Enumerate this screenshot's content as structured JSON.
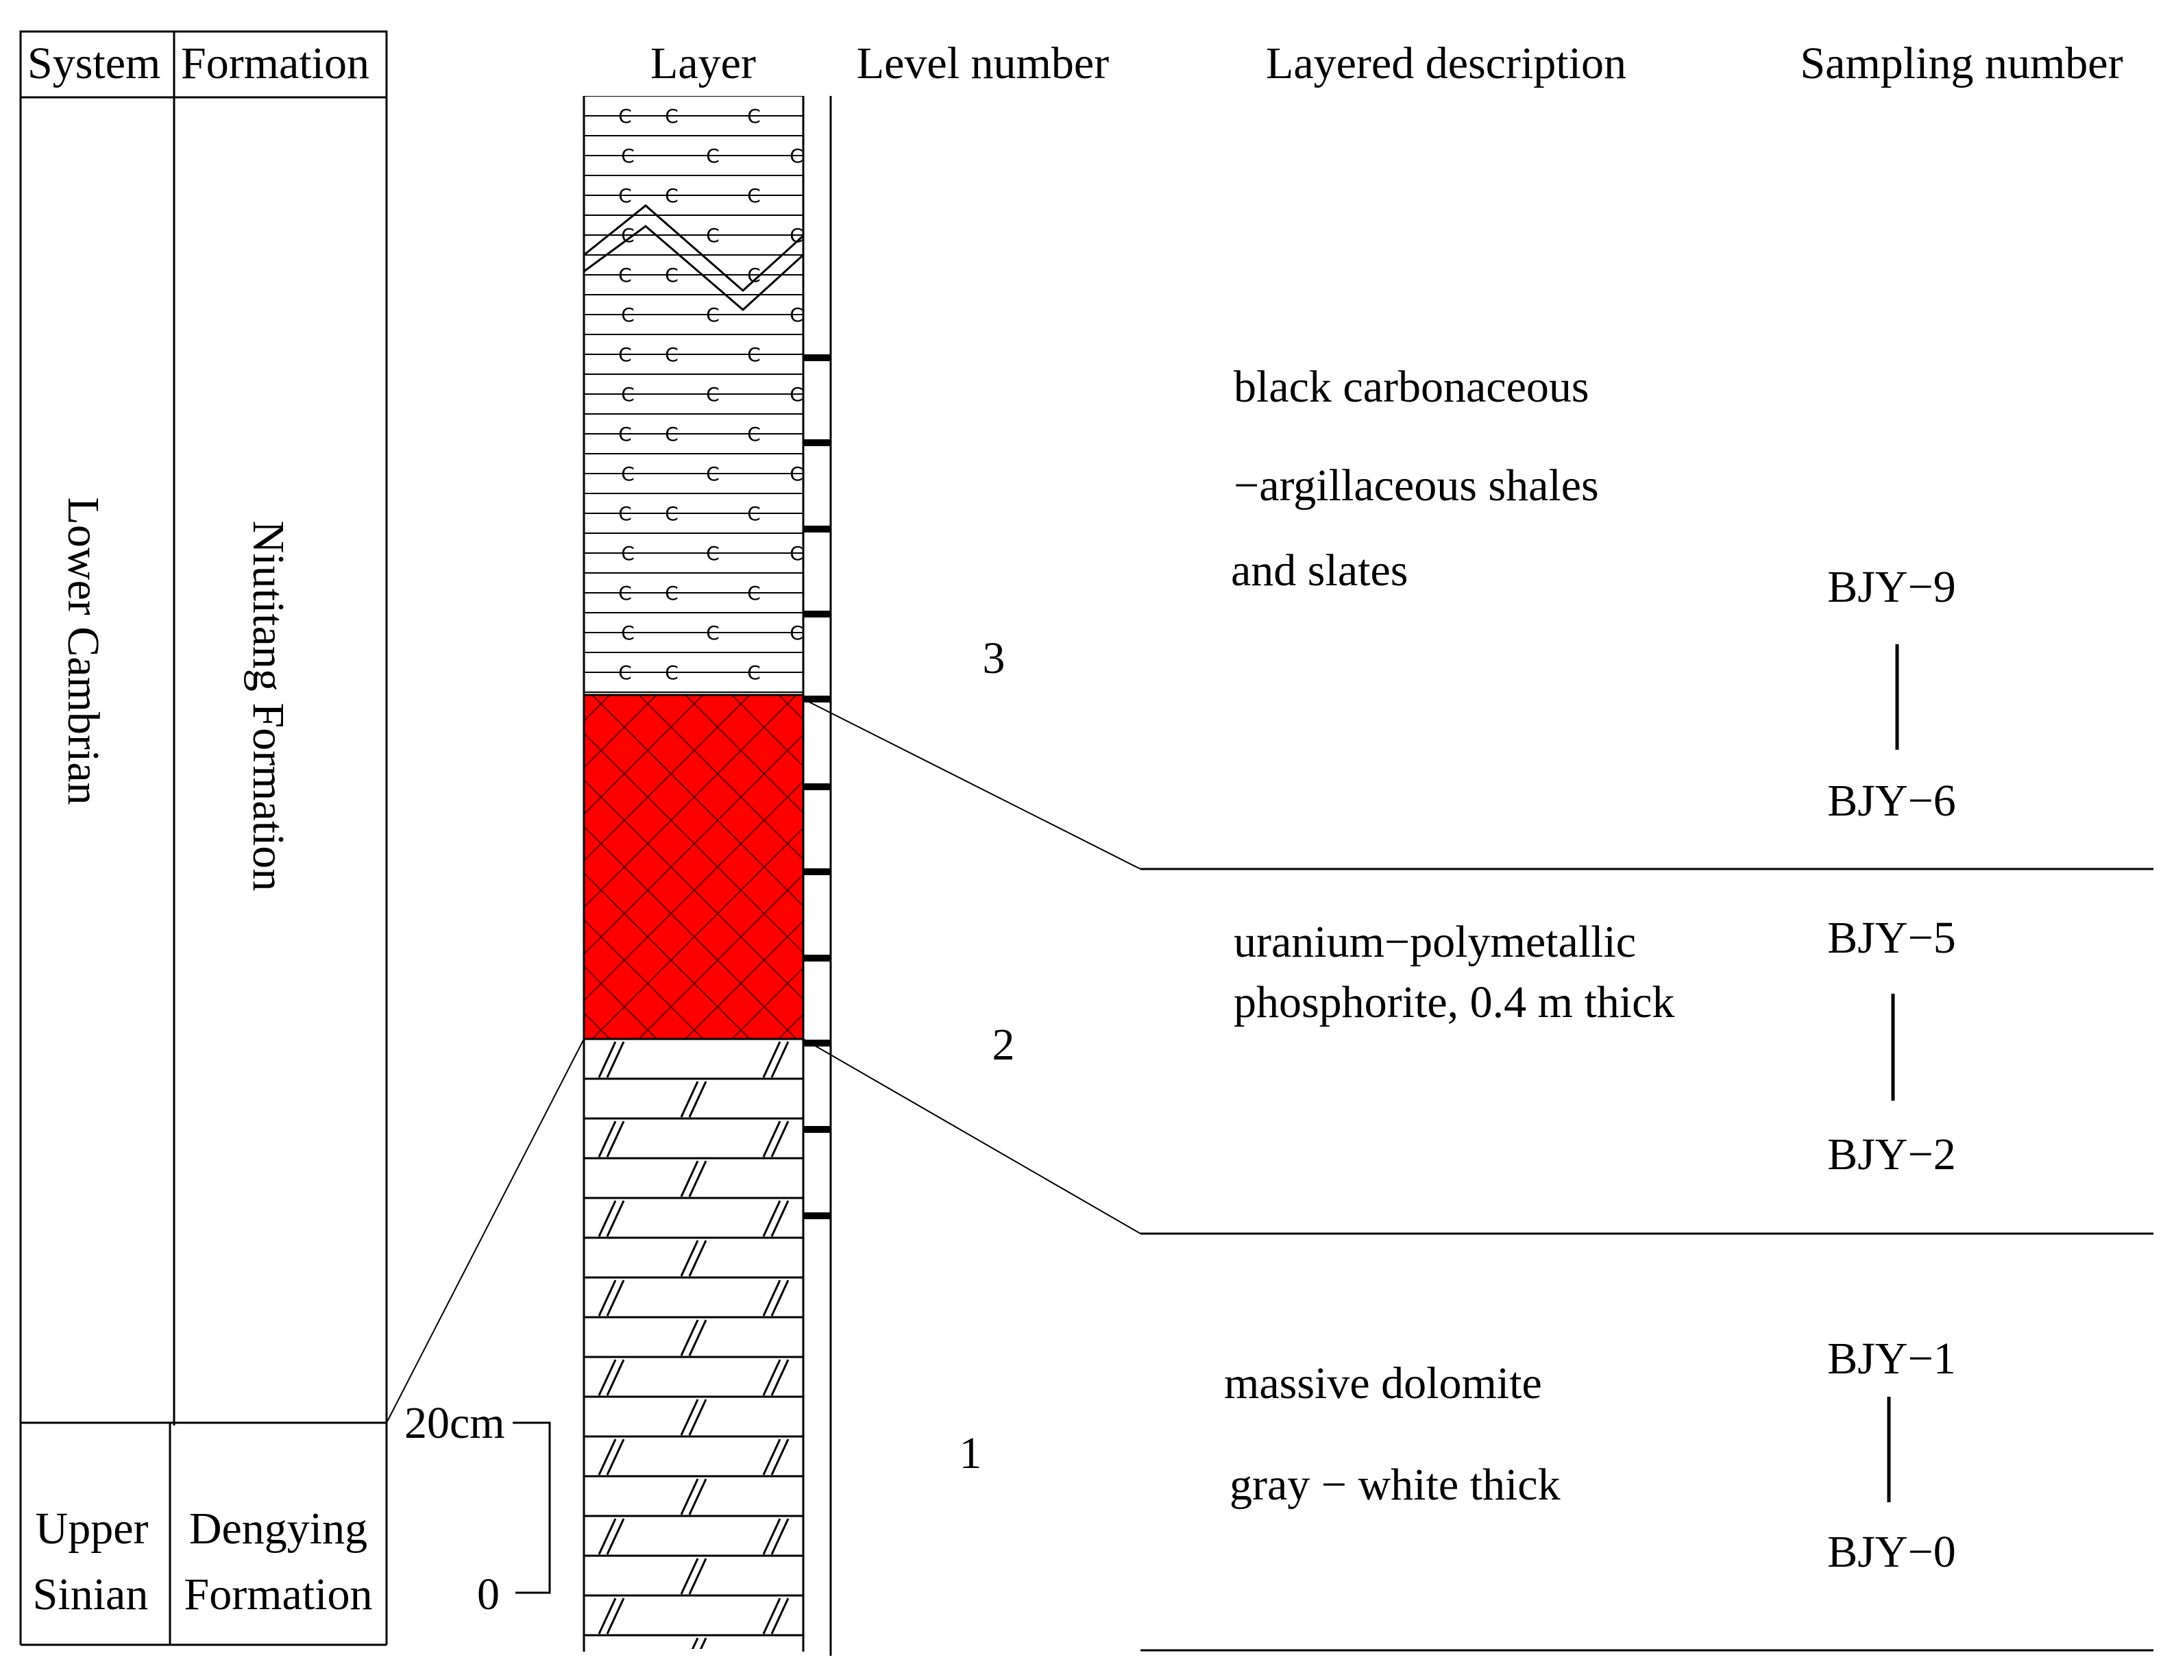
{
  "headers": {
    "system": "System",
    "formation": "Formation",
    "layer": "Layer",
    "level_number": "Level number",
    "layered_description": "Layered description",
    "sampling_number": "Sampling number"
  },
  "units": {
    "lower_cambrian": "Lower Cambrian",
    "niutitang_formation": "Niutitang Formation",
    "upper_sinian_line1": "Upper",
    "upper_sinian_line2": "Sinian",
    "dengying_line1": "Dengying",
    "dengying_line2": "Formation"
  },
  "scale_bar": {
    "top_label": "20cm",
    "bottom_label": "0"
  },
  "layers": [
    {
      "level": "3",
      "lithology_pattern": "carbonaceous-shale-c-pattern",
      "description": [
        "black carbonaceous",
        "−argillaceous shales",
        "and slates"
      ],
      "samples_top": "BJY−9",
      "samples_bottom": "BJY−6"
    },
    {
      "level": "2",
      "lithology_pattern": "phosphorite-crosshatch",
      "fill_color": "#ff0000",
      "description": [
        "uranium−polymetallic",
        "phosphorite,  0.4  m  thick"
      ],
      "samples_top": "BJY−5",
      "samples_bottom": "BJY−2"
    },
    {
      "level": "1",
      "lithology_pattern": "dolomite-brick",
      "description": [
        "massive  dolomite",
        "gray  −  white  thick"
      ],
      "samples_top": "BJY−1",
      "samples_bottom": "BJY−0"
    }
  ]
}
